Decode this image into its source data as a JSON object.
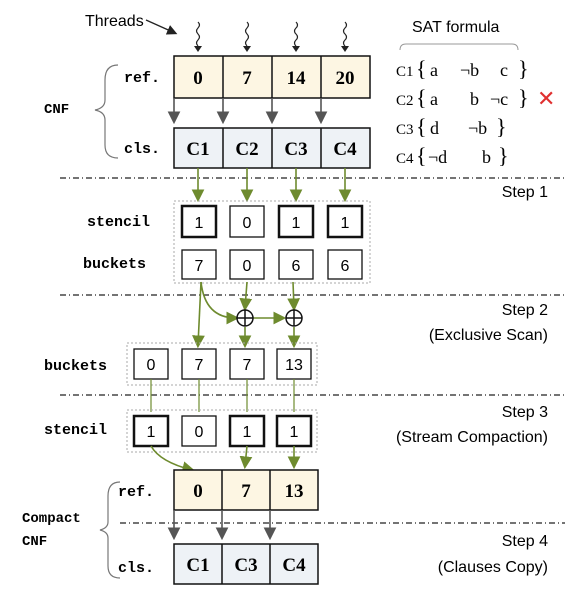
{
  "labels": {
    "threads": "Threads",
    "sat_formula": "SAT formula",
    "cnf": "CNF",
    "ref": "ref.",
    "cls": "cls.",
    "stencil": "stencil",
    "buckets": "buckets",
    "compact_cnf_line1": "Compact",
    "compact_cnf_line2": "CNF"
  },
  "cnf": {
    "ref": [
      "0",
      "7",
      "14",
      "20"
    ],
    "cls": [
      "C1",
      "C2",
      "C3",
      "C4"
    ]
  },
  "sat": {
    "clauses": [
      {
        "name": "C1",
        "literals": [
          "a",
          "¬b",
          "c"
        ],
        "rejected": false
      },
      {
        "name": "C2",
        "literals": [
          "a",
          "b",
          "¬c"
        ],
        "rejected": true
      },
      {
        "name": "C3",
        "literals": [
          "d",
          "¬b"
        ],
        "rejected": false
      },
      {
        "name": "C4",
        "literals": [
          "¬d",
          "b"
        ],
        "rejected": false
      }
    ],
    "reject_mark": "✕"
  },
  "step1": {
    "label": "Step 1",
    "stencil": [
      "1",
      "0",
      "1",
      "1"
    ],
    "buckets": [
      "7",
      "0",
      "6",
      "6"
    ]
  },
  "step2": {
    "label": "Step 2",
    "sub": "(Exclusive Scan)",
    "plus": "⊕",
    "buckets": [
      "0",
      "7",
      "7",
      "13"
    ]
  },
  "step3": {
    "label": "Step 3",
    "sub": "(Stream Compaction)",
    "stencil": [
      "1",
      "0",
      "1",
      "1"
    ]
  },
  "compact": {
    "ref": [
      "0",
      "7",
      "13"
    ],
    "cls": [
      "C1",
      "C3",
      "C4"
    ]
  },
  "step4": {
    "label": "Step 4",
    "sub": "(Clauses Copy)"
  },
  "colors": {
    "ref_fill": "#fdf6e3",
    "cls_fill": "#eef2f6",
    "green_arrow": "#6e8b2e",
    "gray_arrow": "#555555",
    "reject": "#e03030"
  }
}
